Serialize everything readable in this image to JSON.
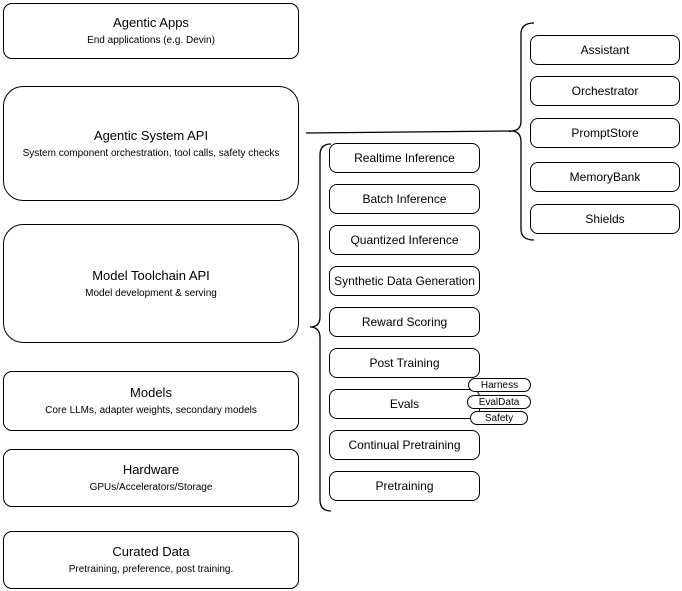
{
  "diagram": {
    "stack": [
      {
        "title": "Agentic Apps",
        "subtitle": "End applications (e.g. Devin)"
      },
      {
        "title": "Agentic System API",
        "subtitle": "System component orchestration, tool calls, safety checks"
      },
      {
        "title": "Model Toolchain API",
        "subtitle": "Model development & serving"
      },
      {
        "title": "Models",
        "subtitle": "Core LLMs, adapter weights, secondary models"
      },
      {
        "title": "Hardware",
        "subtitle": "GPUs/Accelerators/Storage"
      },
      {
        "title": "Curated Data",
        "subtitle": "Pretraining, preference, post training."
      }
    ],
    "toolchain_services": [
      "Realtime Inference",
      "Batch Inference",
      "Quantized Inference",
      "Synthetic Data Generation",
      "Reward Scoring",
      "Post Training",
      "Evals",
      "Continual Pretraining",
      "Pretraining"
    ],
    "evals_tags": [
      "Harness",
      "EvalData",
      "Safety"
    ],
    "system_components": [
      "Assistant",
      "Orchestrator",
      "PromptStore",
      "MemoryBank",
      "Shields"
    ],
    "colors": {
      "stroke": "#000000",
      "fill": "#ffffff",
      "text": "#000000",
      "background": "#ffffff"
    }
  }
}
